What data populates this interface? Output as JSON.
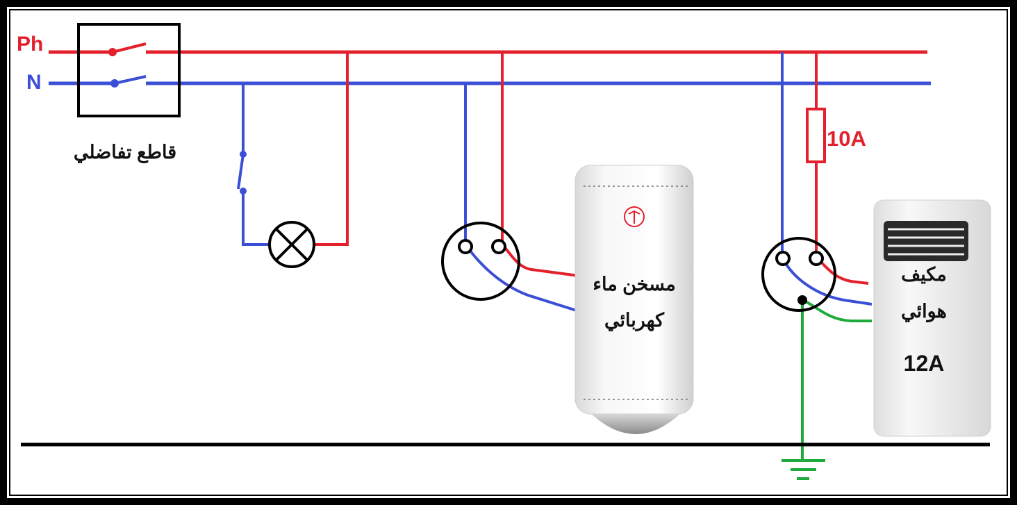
{
  "lines": {
    "phase_label": "Ph",
    "neutral_label": "N"
  },
  "breaker": {
    "label": "قاطع تفاضلي"
  },
  "fuse": {
    "rating": "10A"
  },
  "water_heater": {
    "label_line1": "مسخن ماء",
    "label_line2": "كهربائي"
  },
  "air_conditioner": {
    "label_line1": "مكيف",
    "label_line2": "هوائي",
    "current": "12A"
  },
  "colors": {
    "phase": "#e3202b",
    "neutral": "#3b4fd6",
    "earth": "#1faa3c",
    "frame": "#000000"
  }
}
